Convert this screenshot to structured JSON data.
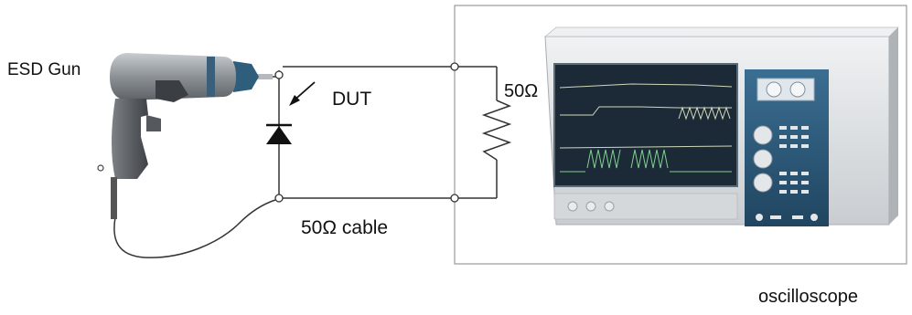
{
  "labels": {
    "gun": "ESD Gun",
    "dut": "DUT",
    "resistor": "50Ω",
    "cable": "50Ω cable",
    "scope": "oscilloscope"
  },
  "icons": {
    "gun": "esd-gun-icon",
    "diode": "diode-icon",
    "resistor": "resistor-icon",
    "scope": "oscilloscope-icon"
  },
  "colors": {
    "wire": "#333333",
    "gun_body": "#8c9196",
    "gun_nozzle": "#2f5d7c",
    "scope_body": "#dfe3e6",
    "scope_panel": "#2b5878",
    "scope_screen": "#1c2a38",
    "trace": "#cfd8b8",
    "trace_green": "#7fd08f"
  }
}
